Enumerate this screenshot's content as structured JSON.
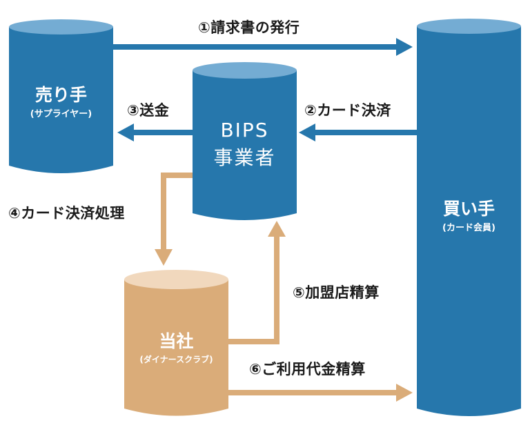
{
  "colors": {
    "blue": "#2677ac",
    "blue_top": "#74acd3",
    "tan": "#daac79",
    "tan_top": "#f1d8bd",
    "text_dark": "#1a1a1a",
    "text_light": "#ffffff"
  },
  "nodes": {
    "seller": {
      "title": "売り手",
      "subtitle": "(サプライヤー)"
    },
    "buyer": {
      "title": "買い手",
      "subtitle": "(カード会員)"
    },
    "bips": {
      "title_line1": "BIPS",
      "title_line2": "事業者"
    },
    "company": {
      "title": "当社",
      "subtitle": "(ダイナースクラブ)"
    }
  },
  "flows": {
    "step1": "①請求書の発行",
    "step2": "②カード決済",
    "step3": "③送金",
    "step4": "④カード決済処理",
    "step5": "⑤加盟店精算",
    "step6": "⑥ご利用代金精算"
  }
}
